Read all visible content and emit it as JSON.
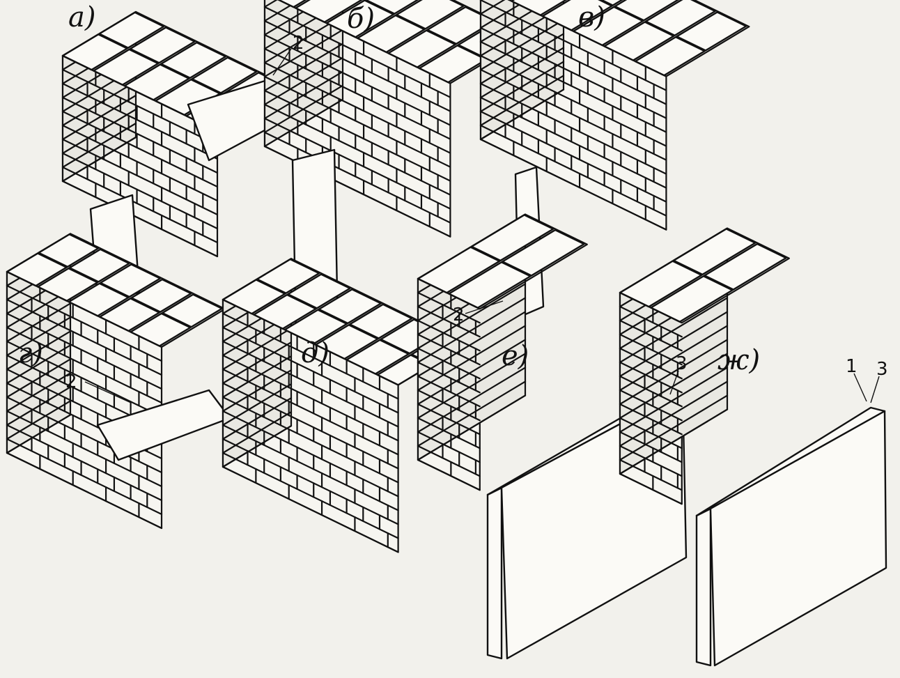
{
  "panels": [
    {
      "id": "a",
      "letter": "а)"
    },
    {
      "id": "b",
      "letter": "б)"
    },
    {
      "id": "v",
      "letter": "в)"
    },
    {
      "id": "g",
      "letter": "г)"
    },
    {
      "id": "d",
      "letter": "д)"
    },
    {
      "id": "e",
      "letter": "е)"
    },
    {
      "id": "zh",
      "letter": "ж)"
    }
  ],
  "callouts": {
    "a_fill": "2",
    "v_fill": "2",
    "g_fill": "2",
    "e_layer": "3",
    "zh_layer_1": "1",
    "zh_layer_3": "3"
  },
  "colors": {
    "ink": "#111111",
    "paper": "#f2f1ec",
    "brick": "#f6f5f0"
  },
  "icons": {
    "brick": "brick-block",
    "concrete_fill": "concrete-speckle",
    "insulation": "crosshatch-layer",
    "plaster": "dotted-panel"
  }
}
